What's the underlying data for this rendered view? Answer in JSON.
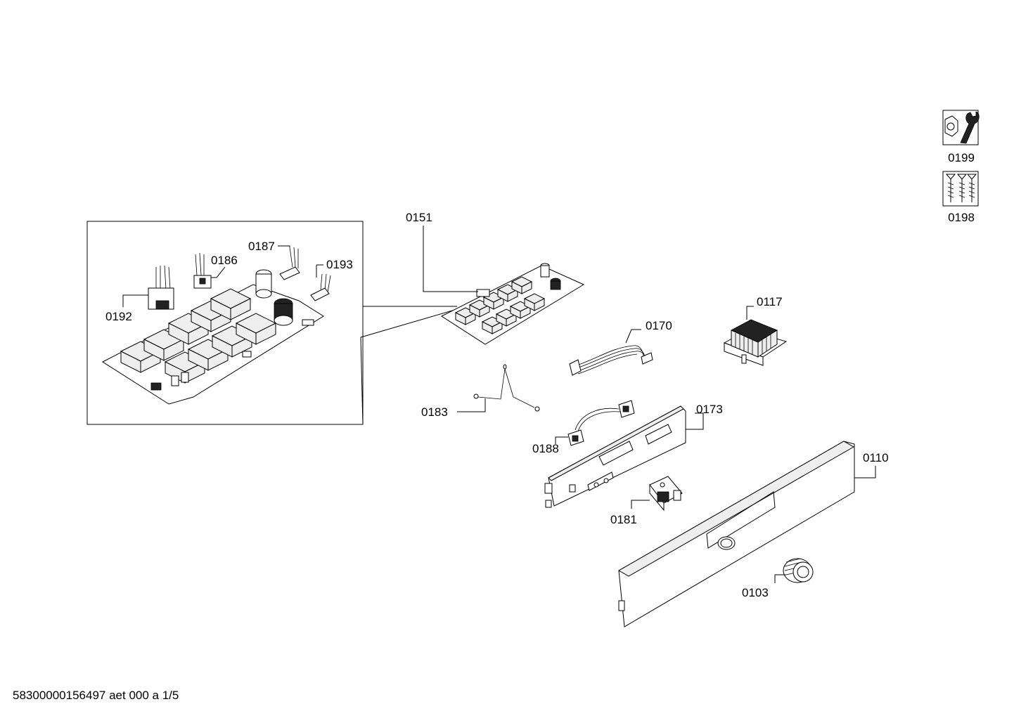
{
  "labels": {
    "p0199": "0199",
    "p0198": "0198",
    "p0151": "0151",
    "p0187": "0187",
    "p0186": "0186",
    "p0193": "0193",
    "p0192": "0192",
    "p0117": "0117",
    "p0170": "0170",
    "p0183": "0183",
    "p0173": "0173",
    "p0188": "0188",
    "p0110": "0110",
    "p0181": "0181",
    "p0103": "0103"
  },
  "icons": {
    "service_kit": "wrench-nut-icon",
    "screws": "screws-icon"
  },
  "footer": {
    "doc_ref": "58300000156497 aet 000 a 1/5"
  }
}
